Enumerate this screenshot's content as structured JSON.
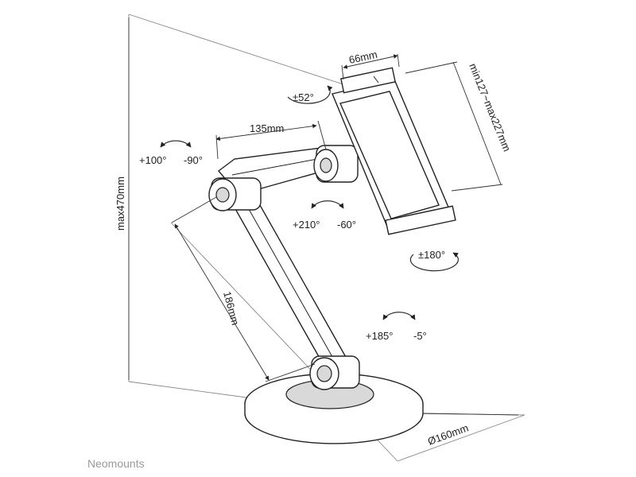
{
  "labels": {
    "height": "max470mm",
    "holder_width": "66mm",
    "holder_range": "min127~max227mm",
    "tilt": "±52°",
    "arm_length": "135mm",
    "upper_up": "+100°",
    "upper_down": "-90°",
    "mid_up": "+210°",
    "mid_down": "-60°",
    "rotate": "±180°",
    "lower_arm": "186mm",
    "base_up": "+185°",
    "base_down": "-5°",
    "base_diameter": "Ø160mm"
  },
  "brand": "Neomounts"
}
